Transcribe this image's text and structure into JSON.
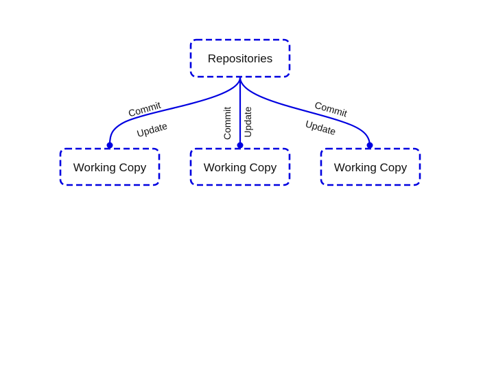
{
  "colors": {
    "stroke": "#0000e0",
    "text": "#111111",
    "background": "#ffffff"
  },
  "nodes": {
    "repository": {
      "label": "Repositories"
    },
    "working_copy_left": {
      "label": "Working Copy"
    },
    "working_copy_center": {
      "label": "Working Copy"
    },
    "working_copy_right": {
      "label": "Working Copy"
    }
  },
  "edges": {
    "left": {
      "label_top": "Commit",
      "label_bottom": "Update"
    },
    "center": {
      "label_left": "Commit",
      "label_right": "Update"
    },
    "right": {
      "label_top": "Commit",
      "label_bottom": "Update"
    }
  }
}
